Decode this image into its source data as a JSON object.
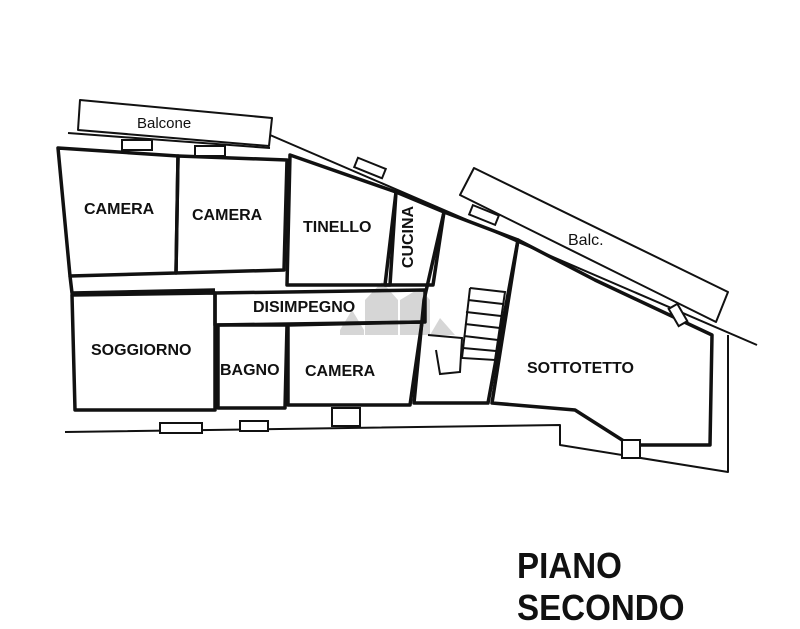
{
  "plan": {
    "title": "PIANO SECONDO",
    "rooms": {
      "balcone": "Balcone",
      "camera1": "CAMERA",
      "camera2": "CAMERA",
      "tinello": "TINELLO",
      "cucina": "CUCINA",
      "balc": "Balc.",
      "disimpegno": "DISIMPEGNO",
      "soggiorno": "SOGGIORNO",
      "bagno": "BAGNO",
      "camera3": "CAMERA",
      "sottotetto": "SOTTOTETTO"
    }
  }
}
